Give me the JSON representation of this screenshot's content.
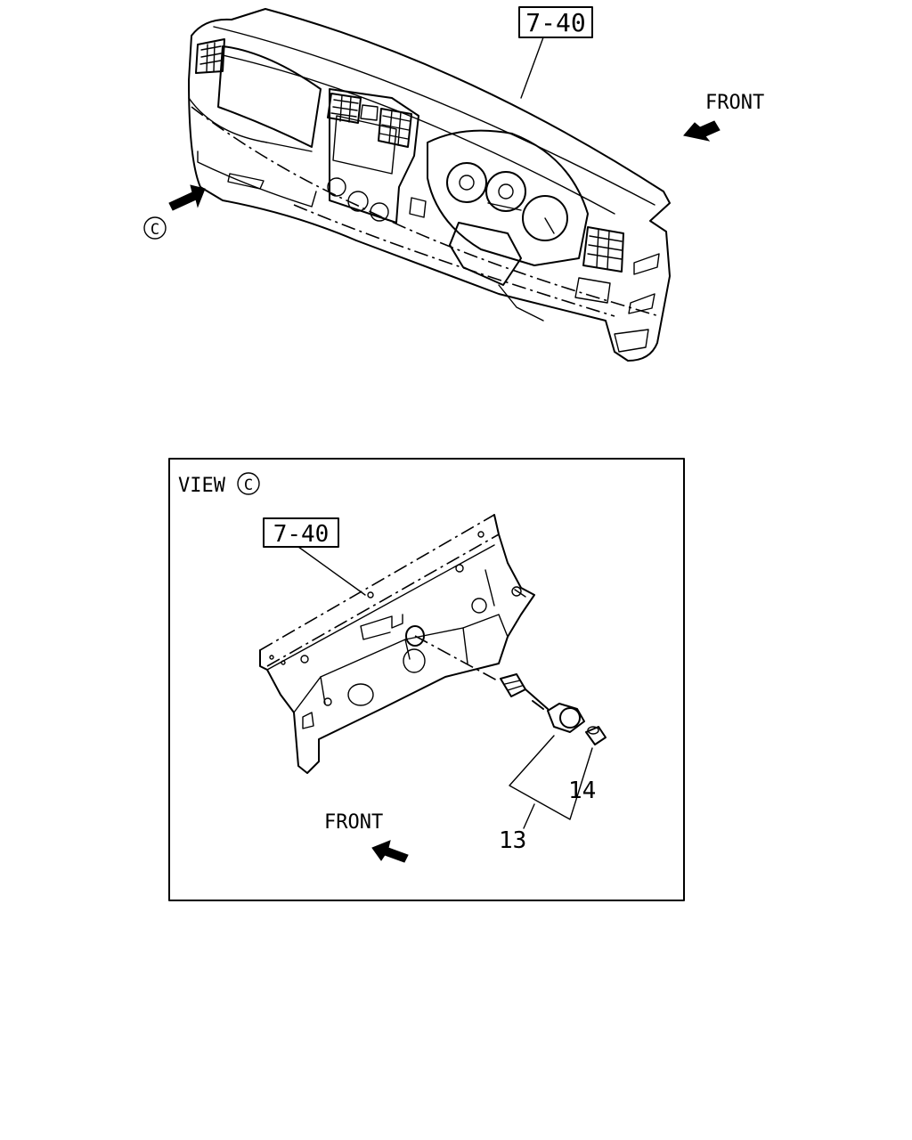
{
  "overview": {
    "ref_label": "7-40",
    "front_label": "FRONT",
    "view_marker": "C"
  },
  "detail": {
    "view_label": "VIEW",
    "view_marker": "C",
    "ref_label": "7-40",
    "front_label": "FRONT",
    "callouts": [
      "13",
      "14"
    ]
  }
}
